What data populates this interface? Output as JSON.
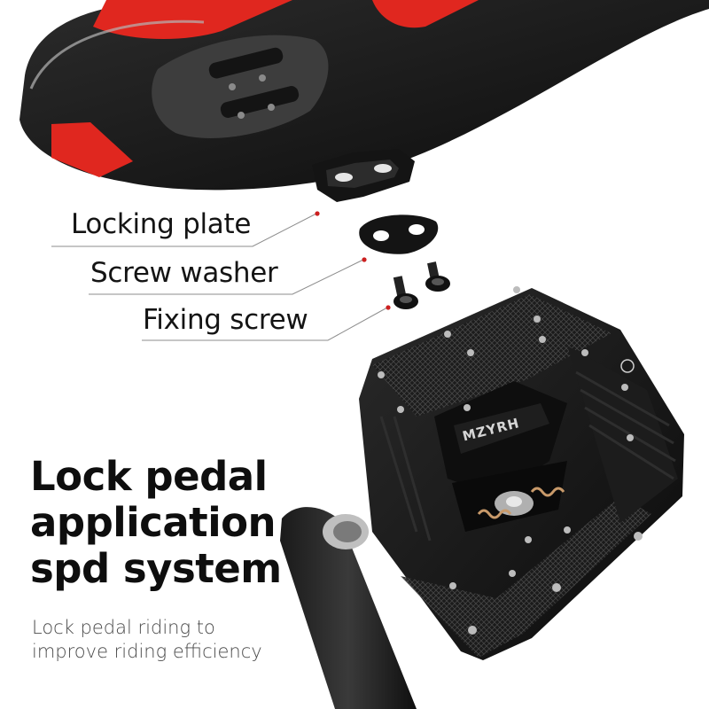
{
  "brand_logo": "MZYRH",
  "callouts": {
    "locking_plate": "Locking plate",
    "screw_washer": "Screw washer",
    "fixing_screw": "Fixing screw"
  },
  "headline": {
    "line1": "Lock pedal",
    "line2": "application",
    "line3": "spd system"
  },
  "subline": {
    "line1": "Lock pedal riding to",
    "line2": "improve riding efficiency"
  },
  "colors": {
    "shoe_accent": "#e0271f",
    "pedal_body": "#151515",
    "callout_dot": "#cc1f1f"
  }
}
